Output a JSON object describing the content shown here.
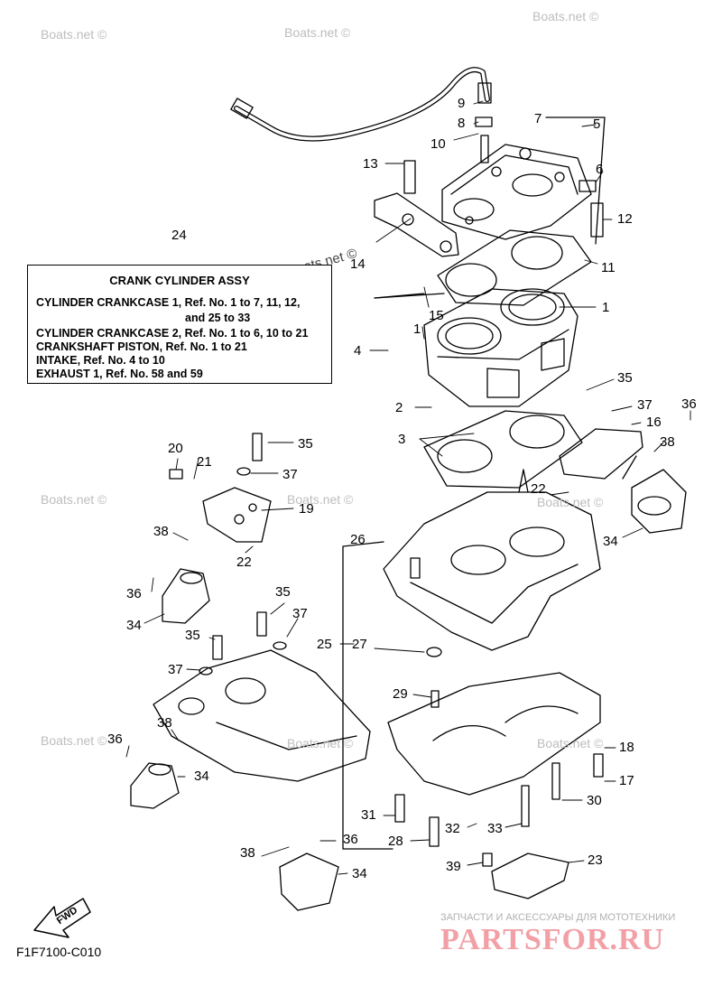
{
  "watermark": "Boats.net ©",
  "legend": {
    "callout": "24",
    "title": "CRANK CYLINDER ASSY",
    "lines": [
      "CYLINDER CRANKCASE 1,  Ref. No. 1 to 7, 11, 12,",
      "and 25 to 33",
      "CYLINDER CRANKCASE 2,  Ref. No. 1 to 6, 10 to 21",
      "CRANKSHAFT PISTON,  Ref. No. 1 to 21",
      "INTAKE,        Ref. No. 4 to 10",
      "EXHAUST 1,  Ref. No. 58 and 59"
    ]
  },
  "callouts": {
    "c9": "9",
    "c8": "8",
    "c10": "10",
    "c7": "7",
    "c5": "5",
    "c13": "13",
    "c6": "6",
    "c12": "12",
    "c14": "14",
    "c11": "11",
    "c15": "15",
    "c1a": "1",
    "c1b": "1",
    "c4": "4",
    "c2": "2",
    "c35a": "35",
    "c37a": "37",
    "c36a": "36",
    "c16": "16",
    "c38a": "38",
    "c3": "3",
    "c20": "20",
    "c21": "21",
    "c35b": "35",
    "c37b": "37",
    "c19": "19",
    "c22a": "22",
    "c22b": "22",
    "c26": "26",
    "c34a": "34",
    "c38b": "38",
    "c36b": "36",
    "c34b": "34",
    "c35c": "35",
    "c37c": "37",
    "c35d": "35",
    "c37d": "37",
    "c25": "25",
    "c27": "27",
    "c29": "29",
    "c38c": "38",
    "c36c": "36",
    "c18": "18",
    "c17": "17",
    "c30": "30",
    "c34c": "34",
    "c31": "31",
    "c32": "32",
    "c33": "33",
    "c28": "28",
    "c38d": "38",
    "c36d": "36",
    "c39": "39",
    "c23": "23",
    "c34d": "34"
  },
  "fwd_label": "FWD",
  "diagram_code": "F1F7100-C010",
  "brand": {
    "tagline": "ЗАПЧАСТИ И АКСЕССУАРЫ ДЛЯ МОТОТЕХНИКИ",
    "logo": "PARTSFOR.RU",
    "logo_color": "#f2a0a6"
  }
}
